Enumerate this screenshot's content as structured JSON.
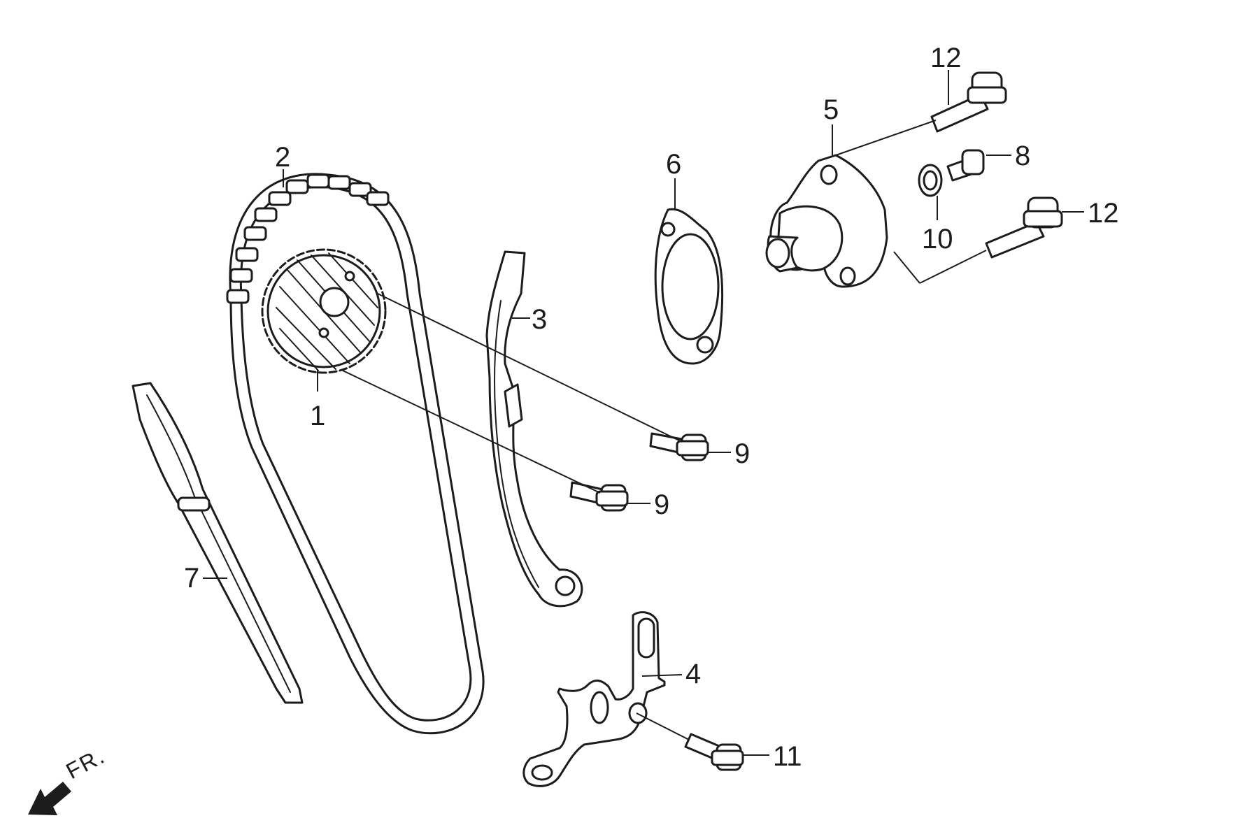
{
  "diagram": {
    "callouts": {
      "n1": "1",
      "n2": "2",
      "n3": "3",
      "n4": "4",
      "n5": "5",
      "n6": "6",
      "n7": "7",
      "n8": "8",
      "n9a": "9",
      "n9b": "9",
      "n10": "10",
      "n11": "11",
      "n12a": "12",
      "n12b": "12"
    },
    "direction_label": "FR.",
    "line_color": "#1c1c1c",
    "background": "#ffffff"
  }
}
